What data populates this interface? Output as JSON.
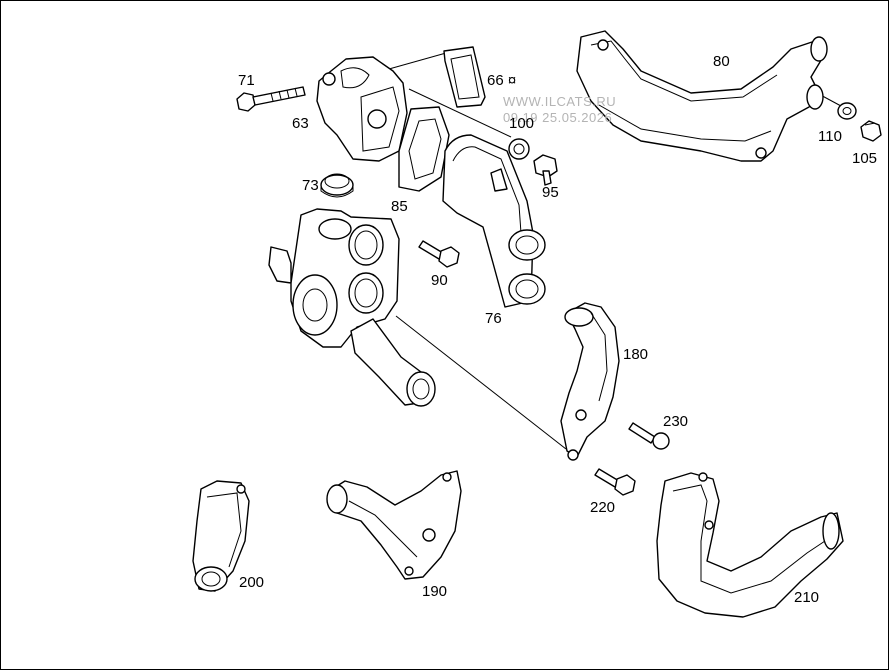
{
  "watermark": {
    "line1": "WWW.ILCATS.RU",
    "line2": "09.19 25.05.2026"
  },
  "labels": {
    "p63": "63",
    "p66": "66 ¤",
    "p71": "71",
    "p73": "73",
    "p76": "76",
    "p80": "80",
    "p85": "85",
    "p90": "90",
    "p95": "95",
    "p100": "100",
    "p105": "105",
    "p110": "110",
    "p180": "180",
    "p190": "190",
    "p200": "200",
    "p210": "210",
    "p220": "220",
    "p230": "230"
  }
}
